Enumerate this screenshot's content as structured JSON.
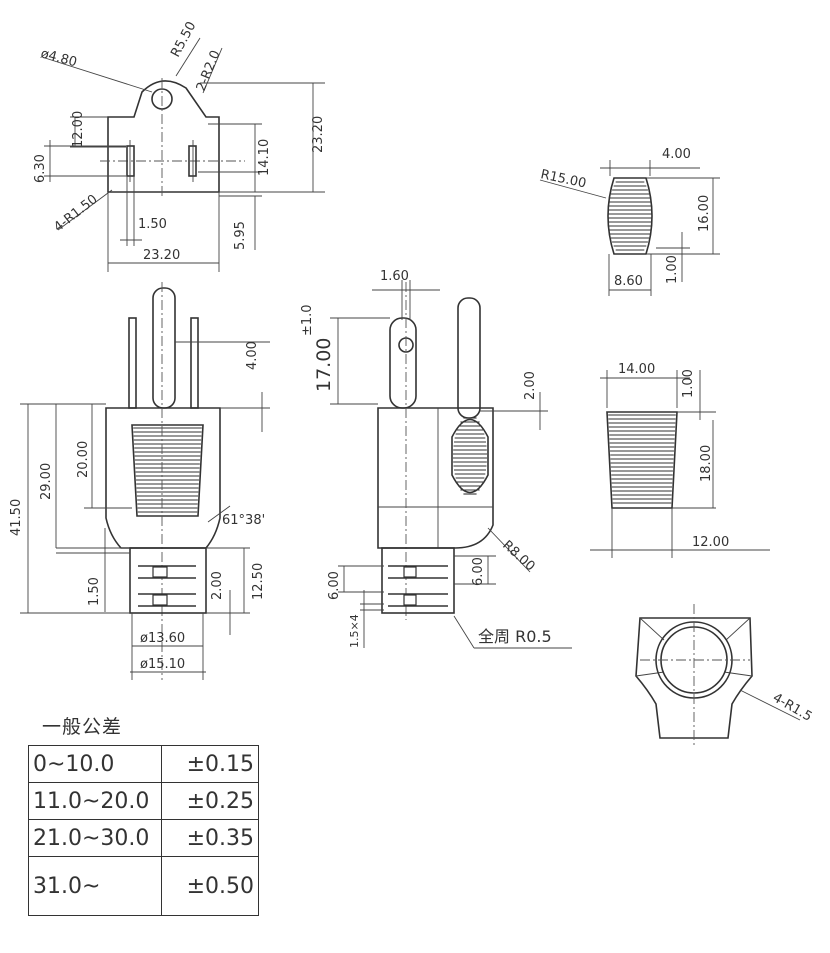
{
  "top_view": {
    "dia_label": "ø4.80",
    "r55_label": "R5.50",
    "r2_label": "2-R2.0",
    "h12_label": "12.00",
    "h632_label": "6.30",
    "h1410_label": "14.10",
    "h2320_label": "23.20",
    "r150_label": "4-R1.50",
    "w150_label": "1.50",
    "h595_label": "5.95",
    "w2320_label": "23.20"
  },
  "front_view": {
    "h400_label": "4.00",
    "h4150_label": "41.50",
    "h2900_label": "29.00",
    "h2000_label": "20.00",
    "angle_label": "61°38'",
    "h150_label": "1.50",
    "h200_label": "2.00",
    "h1250_label": "12.50",
    "d1360_label": "ø13.60",
    "d1510_label": "ø15.10"
  },
  "side_view": {
    "w160_label": "1.60",
    "h1700_label": "17.00",
    "tol_label": "±1.0",
    "h200_label": "2.00",
    "r800_label": "R8.00",
    "h600a_label": "6.00",
    "h600b_label": "6.00",
    "pitch_label": "1.5×4",
    "fillet_label": "全周 R0.5"
  },
  "grip_top": {
    "w400_label": "4.00",
    "r1500_label": "R15.00",
    "h1600_label": "16.00",
    "h100_label": "1.00",
    "w860_label": "8.60"
  },
  "grip_side": {
    "w1400_label": "14.00",
    "h100_label": "1.00",
    "h1800_label": "18.00",
    "w1200_label": "12.00"
  },
  "bottom_view": {
    "r15_label": "4-R1.5"
  },
  "tolerance": {
    "title": "一般公差",
    "rows": [
      {
        "range": "0~10.0",
        "tol": "±0.15"
      },
      {
        "range": "11.0~20.0",
        "tol": "±0.25"
      },
      {
        "range": "21.0~30.0",
        "tol": "±0.35"
      },
      {
        "range": "31.0~",
        "tol": "±0.50"
      }
    ]
  }
}
